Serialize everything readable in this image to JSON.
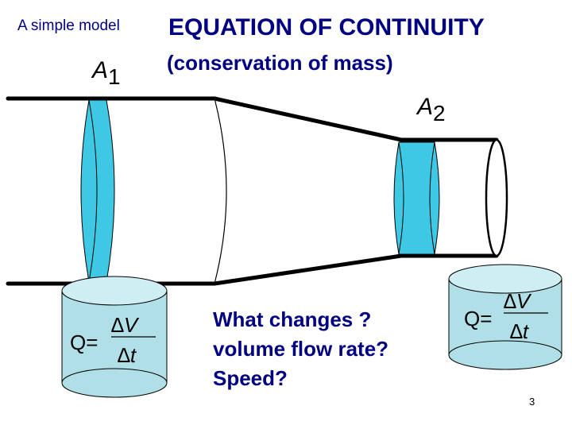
{
  "label": "A simple model",
  "title": "EQUATION OF CONTINUITY",
  "subtitle": "(conservation of mass)",
  "area_labels": {
    "a1": {
      "letter": "A",
      "sub": "1"
    },
    "a2": {
      "letter": "A",
      "sub": "2"
    }
  },
  "formula": {
    "q": "Q=",
    "numerator": "∆V",
    "denominator": "∆t"
  },
  "questions": [
    "What changes ?",
    "volume flow rate?",
    "Speed?"
  ],
  "page_number": "3",
  "colors": {
    "title": "#000080",
    "fluid_slice": "#3fc8e4",
    "cylinder_fill": "#b0dfe8",
    "outline": "#000000"
  }
}
